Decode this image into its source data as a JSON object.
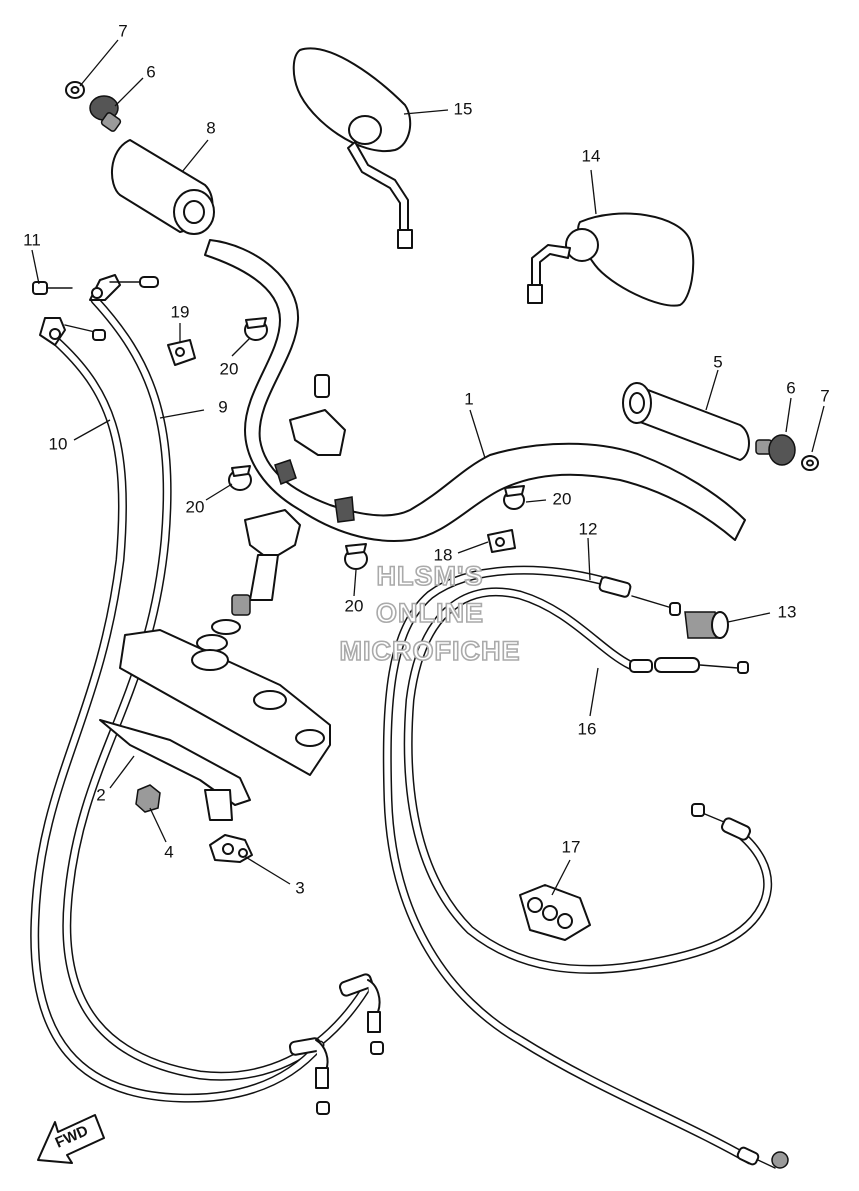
{
  "watermark": {
    "line1": "HLSM'S",
    "line2": "ONLINE",
    "line3": "MICROFICHE"
  },
  "fwd_label": "FWD",
  "callouts": [
    {
      "id": "c7a",
      "text": "7"
    },
    {
      "id": "c6a",
      "text": "6"
    },
    {
      "id": "c8",
      "text": "8"
    },
    {
      "id": "c15",
      "text": "15"
    },
    {
      "id": "c14",
      "text": "14"
    },
    {
      "id": "c11",
      "text": "11"
    },
    {
      "id": "c19",
      "text": "19"
    },
    {
      "id": "c20a",
      "text": "20"
    },
    {
      "id": "c9",
      "text": "9"
    },
    {
      "id": "c10",
      "text": "10"
    },
    {
      "id": "c1",
      "text": "1"
    },
    {
      "id": "c5",
      "text": "5"
    },
    {
      "id": "c6b",
      "text": "6"
    },
    {
      "id": "c7b",
      "text": "7"
    },
    {
      "id": "c20b",
      "text": "20"
    },
    {
      "id": "c20c",
      "text": "20"
    },
    {
      "id": "c12",
      "text": "12"
    },
    {
      "id": "c18",
      "text": "18"
    },
    {
      "id": "c13",
      "text": "13"
    },
    {
      "id": "c20d",
      "text": "20"
    },
    {
      "id": "c16",
      "text": "16"
    },
    {
      "id": "c2",
      "text": "2"
    },
    {
      "id": "c4",
      "text": "4"
    },
    {
      "id": "c3",
      "text": "3"
    },
    {
      "id": "c17",
      "text": "17"
    }
  ]
}
